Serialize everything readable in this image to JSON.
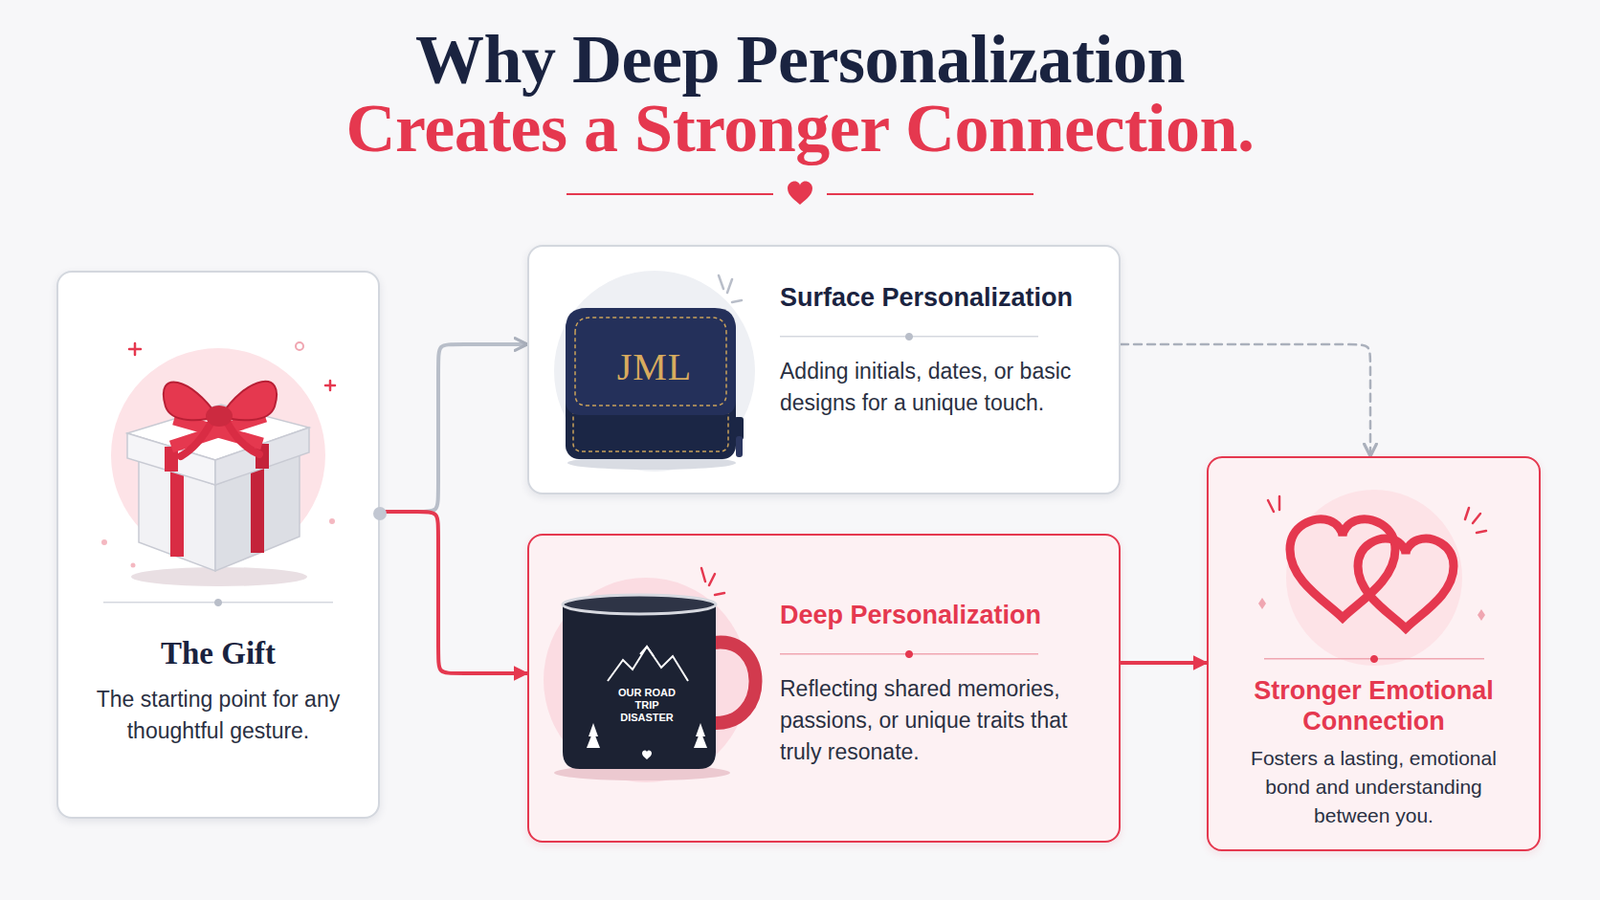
{
  "diagram": {
    "title": "Why Deep Personalization Creates a Stronger Connection.",
    "nodes": [
      {
        "text": [
          "The Gift",
          "The starting point for any thoughtful gesture."
        ]
      },
      {
        "text": [
          "Surface Personalization",
          "Adding initials, dates, or basic designs for a unique touch."
        ]
      },
      {
        "text": [
          "Deep Personalization",
          "Reflecting shared memories, passions, or unique traits that truly resonate."
        ]
      },
      {
        "text": [
          "Stronger Emotional Connection",
          "Fosters a lasting, emotional bond and understanding between you."
        ]
      }
    ],
    "edges": [
      {
        "from": 0,
        "to": 1,
        "arrow": "to"
      },
      {
        "from": 0,
        "to": 2,
        "arrow": "to"
      },
      {
        "from": 1,
        "to": 3,
        "arrow": "to"
      },
      {
        "from": 2,
        "to": 3,
        "arrow": "to"
      }
    ],
    "labels": [
      "JML",
      "OUR ROAD TRIP DISASTER"
    ]
  }
}
